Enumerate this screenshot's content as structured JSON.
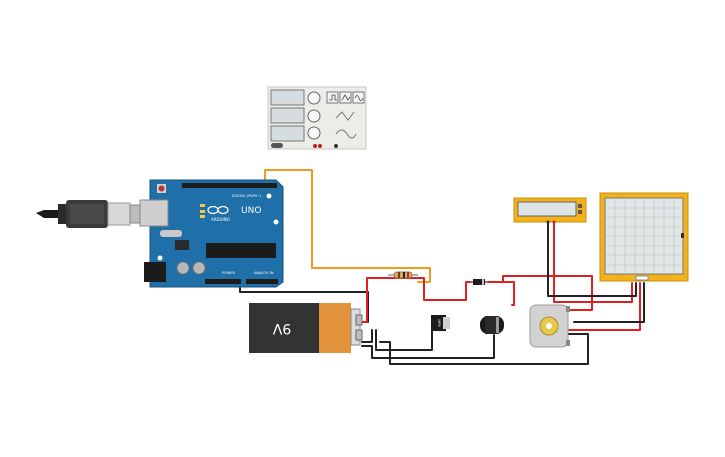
{
  "arduino": {
    "board_name": "UNO",
    "brand": "ARDUINO",
    "digital_header": "DIGITAL (PWM~)",
    "power_label": "POWER",
    "analog_label": "ANALOG IN"
  },
  "battery": {
    "label": "9V"
  },
  "transistor": {
    "label": "NPN"
  },
  "colors": {
    "board": "#1f6fa8",
    "wire_red": "#e02020",
    "wire_black": "#222222",
    "wire_orange": "#f09a20",
    "lcd_frame": "#f2b21b",
    "battery_body": "#333333",
    "battery_cap": "#e3923c"
  }
}
